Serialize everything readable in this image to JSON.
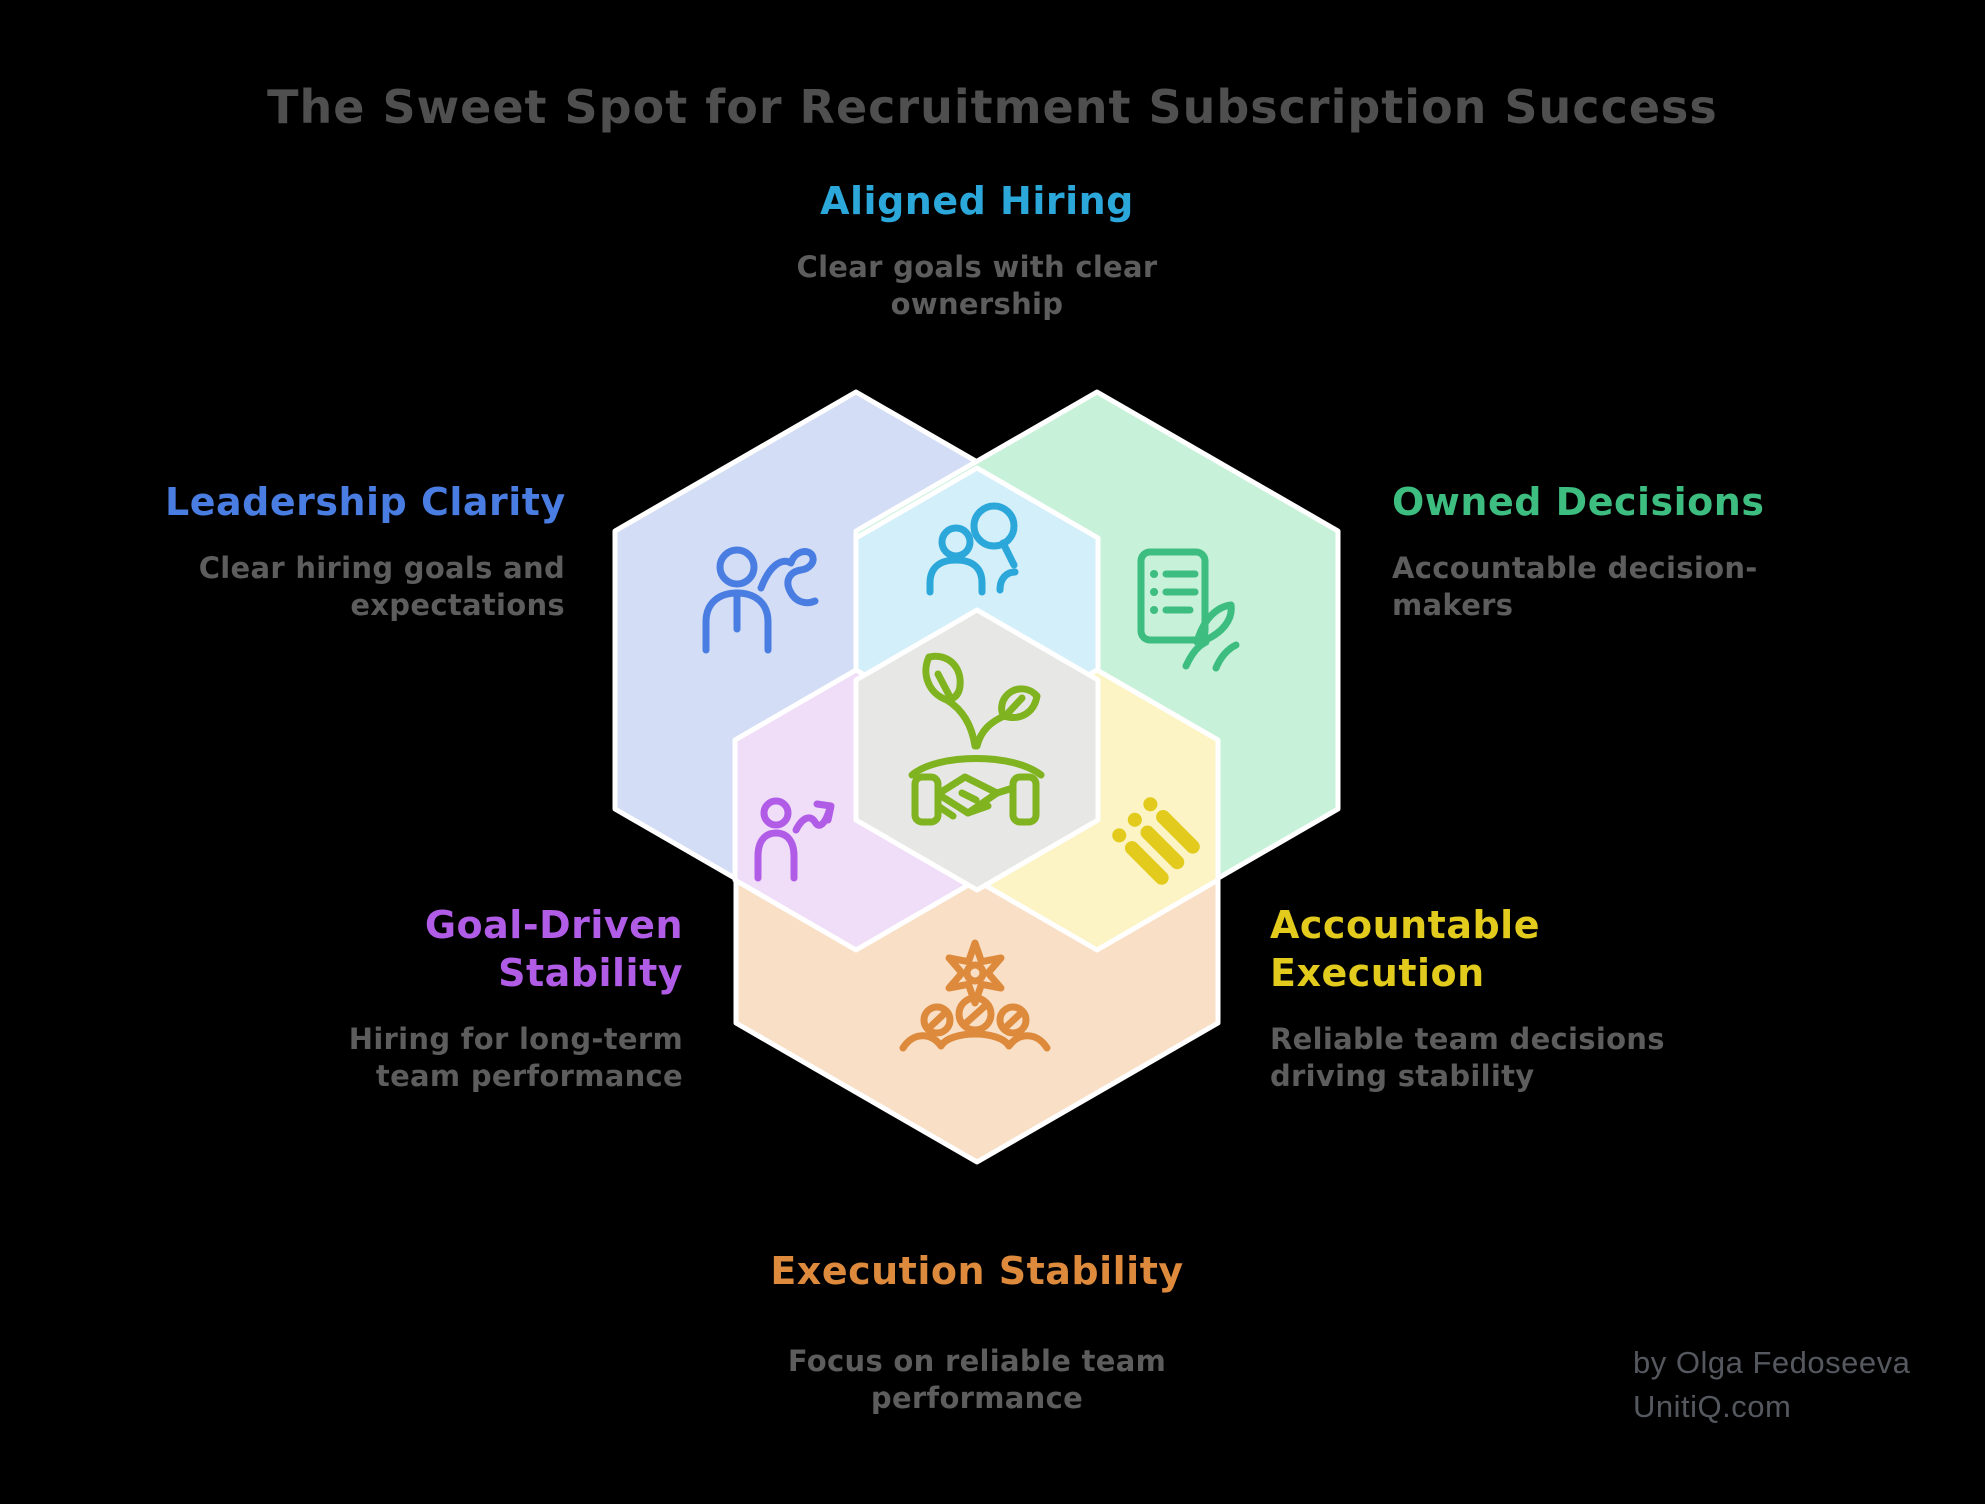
{
  "title": "The Sweet Spot for Recruitment Subscription Success",
  "credit": {
    "line1": "by Olga Fedoseeva",
    "line2": "UnitiQ.com"
  },
  "diagram": {
    "type": "hexagon-venn",
    "center": {
      "icon": "growth-handshake-icon",
      "fill": "#e7e7e5",
      "icon_color": "#7fb31f"
    },
    "regions": [
      {
        "id": "aligned-hiring",
        "label": "Aligned Hiring",
        "description": "Clear goals with clear ownership",
        "color": "#2ba7da",
        "fill": "#d3effa",
        "icon": "people-search-icon"
      },
      {
        "id": "leadership-clarity",
        "label": "Leadership Clarity",
        "description": "Clear hiring goals and expectations",
        "color": "#4a7de2",
        "fill": "#d3ddf6",
        "icon": "person-presenting-icon"
      },
      {
        "id": "owned-decisions",
        "label": "Owned Decisions",
        "description": "Accountable decision-makers",
        "color": "#3dbd7f",
        "fill": "#c8f1da",
        "icon": "document-signing-icon"
      },
      {
        "id": "goal-driven-stability",
        "label": "Goal-Driven Stability",
        "description": "Hiring for long-term team performance",
        "color": "#b15ce6",
        "fill": "#f0def9",
        "icon": "person-growth-arrow-icon"
      },
      {
        "id": "accountable-execution",
        "label": "Accountable Execution",
        "description": "Reliable team decisions driving stability",
        "color": "#e2cb1c",
        "fill": "#fcf4c4",
        "icon": "checklist-icon"
      },
      {
        "id": "execution-stability",
        "label": "Execution Stability",
        "description": "Focus on reliable team performance",
        "color": "#dd8a3c",
        "fill": "#f9dfc6",
        "icon": "gear-team-icon"
      }
    ]
  }
}
